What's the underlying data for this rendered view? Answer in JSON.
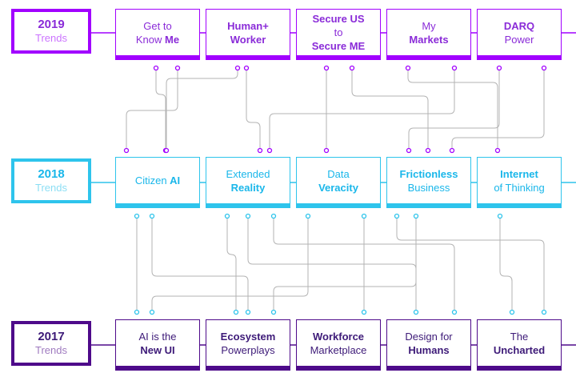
{
  "colors": {
    "y2019": "#a100ff",
    "y2018": "#2ec4ec",
    "y2017": "#4e0a8a",
    "text2019": "#8a2bd8",
    "text2018": "#1ab7ea",
    "text2017": "#3d1a78",
    "grey": "#b3b3b3"
  },
  "rows": {
    "y2019": {
      "year": "2019",
      "sub": "Trends",
      "trends": [
        {
          "line1": "Get to",
          "line2a": "Know ",
          "line2b": "Me"
        },
        {
          "line1": "Human+",
          "line2": "Worker"
        },
        {
          "line1": "Secure US",
          "line2": "to",
          "line3": "Secure ME"
        },
        {
          "line1": "My",
          "line2": "Markets"
        },
        {
          "line1": "DARQ",
          "line2": "Power"
        }
      ]
    },
    "y2018": {
      "year": "2018",
      "sub": "Trends",
      "trends": [
        {
          "line1a": "Citizen ",
          "line1b": "AI"
        },
        {
          "line1": "Extended",
          "line2": "Reality"
        },
        {
          "line1": "Data",
          "line2": "Veracity"
        },
        {
          "line1": "Frictionless",
          "line2": "Business"
        },
        {
          "line1": "Internet",
          "line2": "of Thinking"
        }
      ]
    },
    "y2017": {
      "year": "2017",
      "sub": "Trends",
      "trends": [
        {
          "line1": "AI is the",
          "line2": "New UI"
        },
        {
          "line1": "Ecosystem",
          "line2": "Powerplays"
        },
        {
          "line1": "Workforce",
          "line2": "Marketplace"
        },
        {
          "line1": "Design for",
          "line2": "Humans"
        },
        {
          "line1": "The",
          "line2": "Uncharted"
        }
      ]
    }
  }
}
